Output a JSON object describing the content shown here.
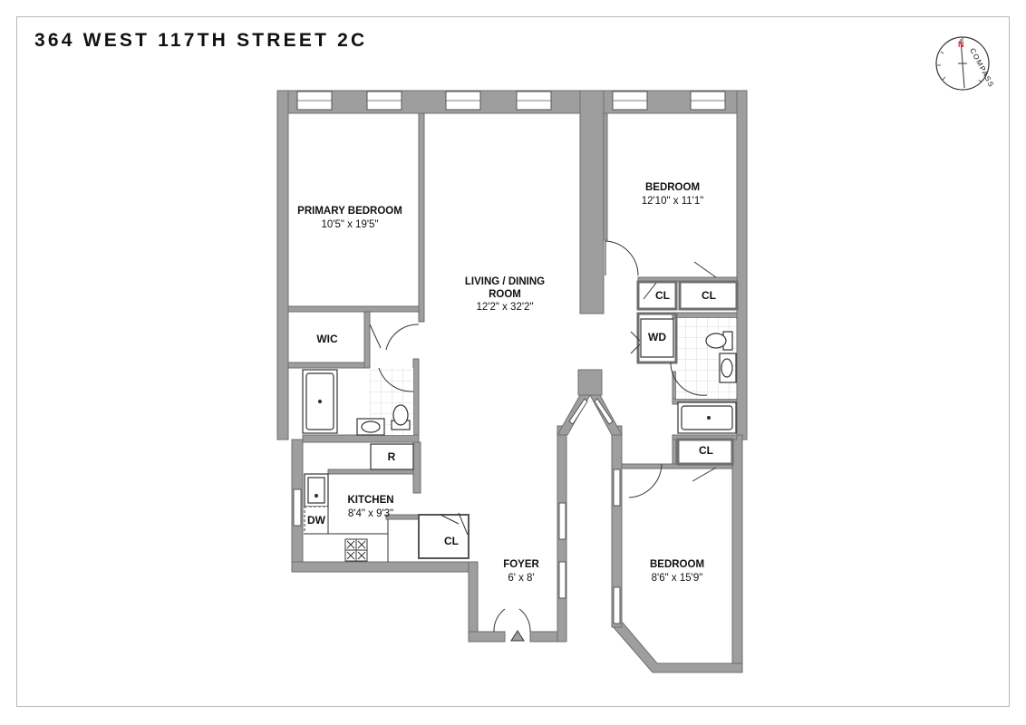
{
  "title": "364 WEST 117TH STREET 2C",
  "compass": {
    "north": "N",
    "word": "COMPASS",
    "north_color": "#d6202a"
  },
  "colors": {
    "wall": "#9e9e9e",
    "wall_stroke": "#6f6f6f",
    "tile": "#c9c9c9"
  },
  "rooms": {
    "primary_bedroom": {
      "name": "PRIMARY BEDROOM",
      "dims": "10'5\" x 19'5\""
    },
    "living_dining": {
      "name_line1": "LIVING / DINING",
      "name_line2": "ROOM",
      "dims": "12'2\" x 32'2\""
    },
    "bedroom_1": {
      "name": "BEDROOM",
      "dims": "12'10\" x 11'1\""
    },
    "bedroom_2": {
      "name": "BEDROOM",
      "dims": "8'6\" x 15'9\""
    },
    "kitchen": {
      "name": "KITCHEN",
      "dims": "8'4\" x 9'3\""
    },
    "foyer": {
      "name": "FOYER",
      "dims": "6' x 8'"
    }
  },
  "labels": {
    "wic": "WIC",
    "wd": "WD",
    "dw": "DW",
    "refrigerator": "R",
    "closet_1": "CL",
    "closet_2": "CL",
    "closet_3": "CL",
    "closet_4": "CL"
  }
}
